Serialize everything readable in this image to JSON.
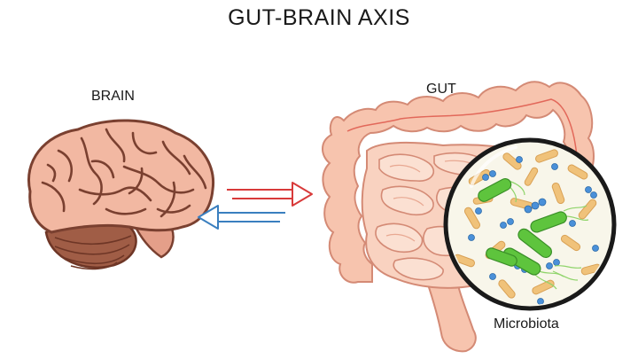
{
  "title": "GUT-BRAIN AXIS",
  "labels": {
    "brain": "BRAIN",
    "gut": "GUT",
    "microbiota": "Microbiota"
  },
  "icons": {
    "brain": "brain-icon",
    "intestine": "intestine-icon",
    "microbiota": "magnified-bacteria-icon",
    "arrow_to_gut": "arrow-right-icon",
    "arrow_to_brain": "arrow-left-icon"
  },
  "colors": {
    "brain_fill": "#f2b8a2",
    "brain_outline": "#7a4030",
    "cerebellum": "#a05d46",
    "gut_fill": "#f7c4ae",
    "gut_outline": "#d48a75",
    "arrow_red": "#d83a3a",
    "arrow_blue": "#3a7fbf",
    "bacteria_green": "#5ec43d",
    "bacteria_rod": "#f0c27a",
    "cocci_blue": "#4a90d9",
    "lens_fill": "#f8f6ea"
  }
}
